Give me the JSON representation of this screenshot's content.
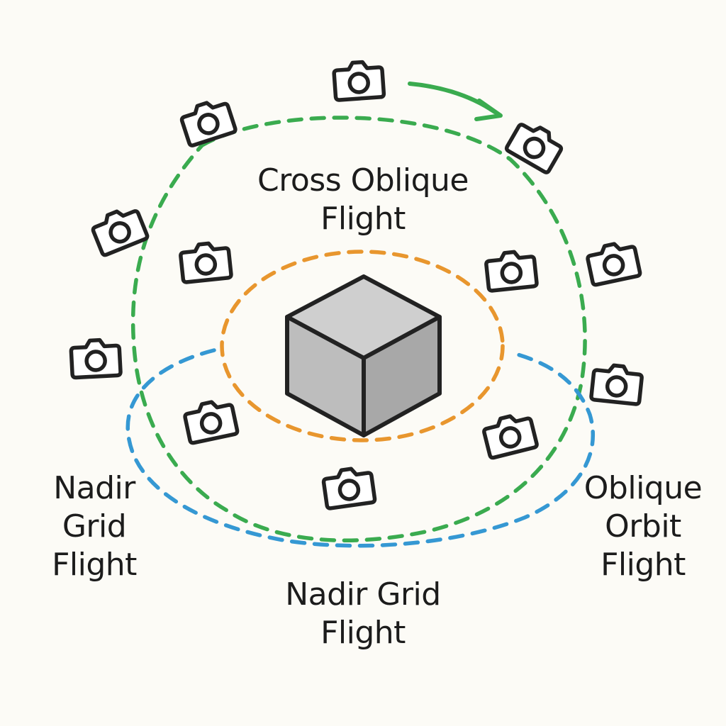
{
  "labels": {
    "cross_oblique": "Cross Oblique\nFlight",
    "nadir_grid_left": "Nadir\nGrid\nFlight",
    "nadir_grid_bottom": "Nadir Grid\nFlight",
    "oblique_orbit": "Oblique\nOrbit\nFlight"
  },
  "icons": {
    "camera": "camera-icon",
    "subject": "cube-icon",
    "direction": "arrow-icon"
  },
  "colors": {
    "background": "#fcfbf6",
    "cross_oblique_path": "#3aab4f",
    "oblique_orbit_path": "#e8962e",
    "nadir_grid_path": "#3598d3",
    "cube_top": "#cfcfcf",
    "cube_left": "#bdbdbd",
    "cube_right": "#a8a8a8",
    "stroke": "#222222"
  }
}
